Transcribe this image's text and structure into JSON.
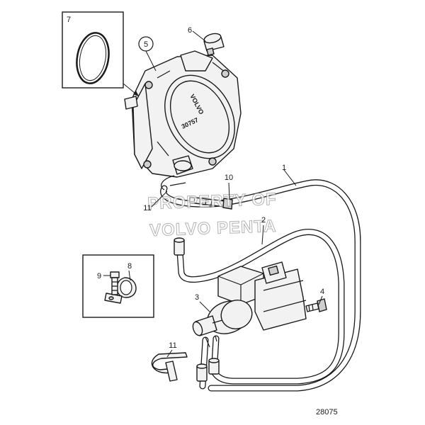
{
  "diagram": {
    "figure_number": "28075",
    "watermark": [
      "PROPERTY OF",
      "VOLVO PENTA"
    ],
    "pump_marking": {
      "brand": "VOLVO",
      "code": "30757"
    },
    "callouts": {
      "hose_1": "1",
      "hose_2": "2",
      "solenoid_valve": "3",
      "screw_4": "4",
      "vacuum_pump": "5",
      "cap": "6",
      "o_ring": "7",
      "clamp": "8",
      "screw_9": "9",
      "screw_10": "10",
      "cable_tie_upper": "11",
      "cable_tie_lower": "11"
    }
  }
}
